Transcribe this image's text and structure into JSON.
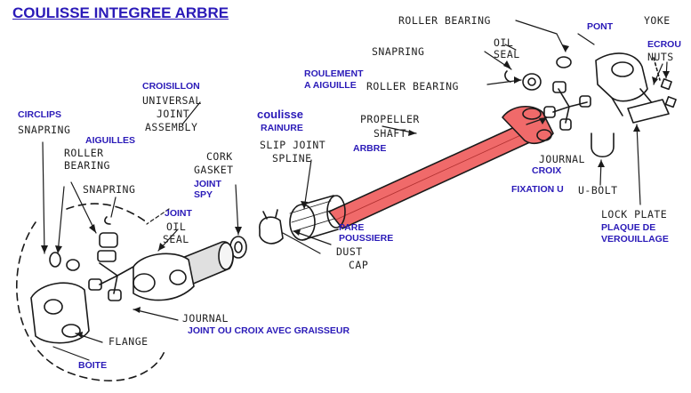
{
  "title": "COULISSE INTEGREE ARBRE",
  "colors": {
    "shaft_fill": "#f06a6a",
    "french_label": "#2a1ab8",
    "english_label": "#222222",
    "line": "#1a1a1a"
  },
  "labels": {
    "roller_bearing_top": "ROLLER BEARING",
    "yoke": "YOKE",
    "pont": "PONT",
    "oil_seal_right": [
      "OIL",
      "SEAL"
    ],
    "ecrou": "ECROU",
    "nuts": "NUTS",
    "snapring_right": "SNAPRING",
    "roulement": [
      "ROULEMENT",
      "A AIGUILLE"
    ],
    "roller_bearing_mid": "ROLLER BEARING",
    "croisillon": "CROISILLON",
    "universal_joint": [
      "UNIVERSAL",
      "JOINT",
      "ASSEMBLY"
    ],
    "coulisse": "coulisse",
    "propeller_shaft": [
      "PROPELLER",
      "SHAFT"
    ],
    "rainure": "RAINURE",
    "slip_joint": [
      "SLIP JOINT",
      "SPLINE"
    ],
    "arbre": "ARBRE",
    "circlips": "CIRCLIPS",
    "snapring_left": "SNAPRING",
    "aiguilles": "AIGUILLES",
    "roller_bearing_left": [
      "ROLLER",
      "BEARING"
    ],
    "cork_gasket": [
      "CORK",
      "GASKET"
    ],
    "joint_spy": [
      "JOINT",
      "SPY"
    ],
    "journal_right": [
      "JOURNAL"
    ],
    "croix": "CROIX",
    "fixation_u": "FIXATION U",
    "u_bolt": "U-BOLT",
    "snapring_mid": "SNAPRING",
    "joint_fr": "JOINT",
    "oil_seal_left": [
      "OIL",
      "SEAL"
    ],
    "pare_poussiere": [
      "PARE",
      "POUSSIERE"
    ],
    "dust_cap": [
      "DUST",
      "CAP"
    ],
    "lock_plate": "LOCK PLATE",
    "plaque": [
      "PLAQUE DE",
      "VEROUILLAGE"
    ],
    "journal_left": "JOURNAL",
    "joint_croix": "JOINT OU CROIX AVEC GRAISSEUR",
    "flange": "FLANGE",
    "boite": "BOITE"
  }
}
